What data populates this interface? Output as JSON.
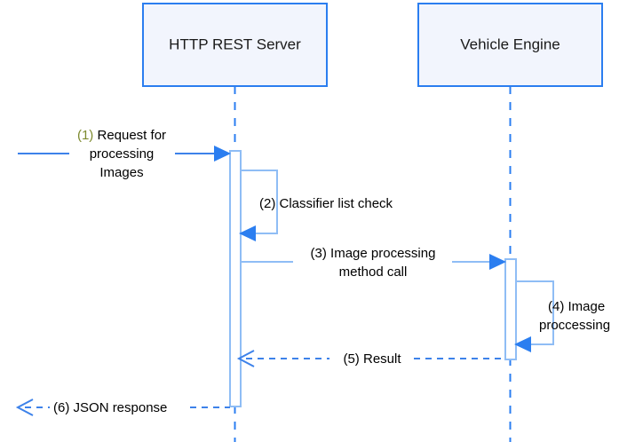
{
  "diagram": {
    "type": "sequence-diagram",
    "title": "",
    "background_color": "#ffffff",
    "accent_color": "#2b7ef0",
    "box_fill_color": "#f2f5fd",
    "activation_border_color": "#8fbdf5",
    "participants": [
      {
        "id": "http-rest-server",
        "label": "HTTP REST Server"
      },
      {
        "id": "vehicle-engine",
        "label": "Vehicle Engine"
      }
    ],
    "messages": [
      {
        "number": "(1)",
        "number_color": "#7d8a2e",
        "text_line1": "Request for",
        "text_line2": "processing",
        "text_line3": "Images",
        "full_text": "(1) Request for processing Images",
        "style": "solid",
        "arrow": "filled",
        "direction": "right",
        "from": "actor-boundary",
        "to": "http-rest-server"
      },
      {
        "number": "(2)",
        "number_color": "#000000",
        "text_line1": "Classifier list check",
        "full_text": "(2) Classifier list check",
        "style": "solid",
        "arrow": "filled",
        "direction": "self",
        "from": "http-rest-server",
        "to": "http-rest-server"
      },
      {
        "number": "(3)",
        "number_color": "#000000",
        "text_line1": "Image processing",
        "text_line2": "method call",
        "full_text": "(3) Image processing method call",
        "style": "solid",
        "arrow": "filled",
        "direction": "right",
        "from": "http-rest-server",
        "to": "vehicle-engine"
      },
      {
        "number": "(4)",
        "number_color": "#000000",
        "text_line1": "Image",
        "text_line2": "proccessing",
        "full_text": "(4) Image proccessing",
        "style": "solid",
        "arrow": "filled",
        "direction": "self",
        "from": "vehicle-engine",
        "to": "vehicle-engine"
      },
      {
        "number": "(5)",
        "number_color": "#000000",
        "text_line1": "Result",
        "full_text": "(5) Result",
        "style": "dashed",
        "arrow": "open",
        "direction": "left",
        "from": "vehicle-engine",
        "to": "http-rest-server"
      },
      {
        "number": "(6)",
        "number_color": "#000000",
        "text_line1": "JSON response",
        "full_text": "(6) JSON response",
        "style": "dashed",
        "arrow": "open",
        "direction": "left",
        "from": "http-rest-server",
        "to": "actor-boundary"
      }
    ]
  }
}
